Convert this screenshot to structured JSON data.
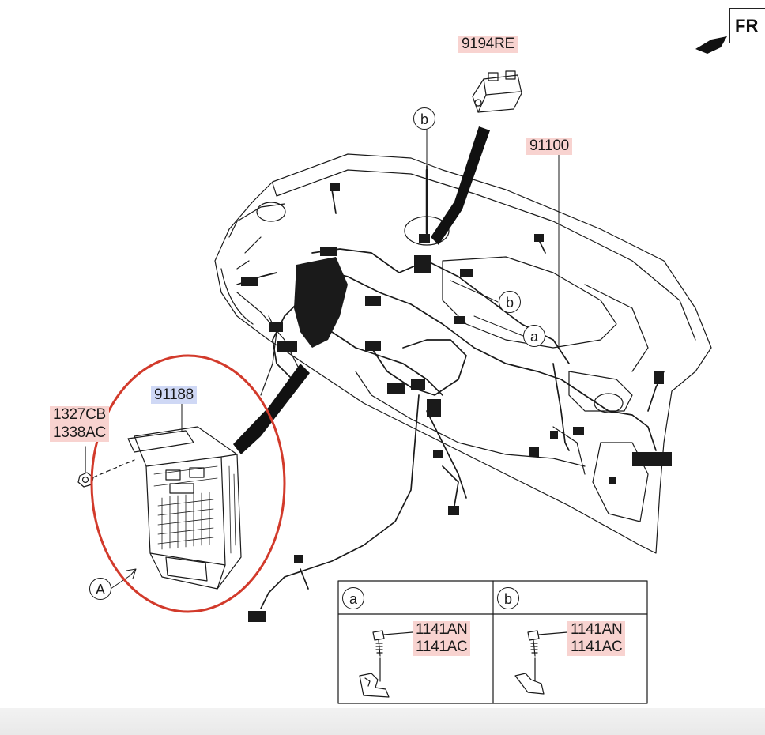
{
  "direction_label": "FR",
  "parts": {
    "relay": "9194RE",
    "main_harness": "91100",
    "junction_box": "91188",
    "fastener_1": "1327CB",
    "fastener_2": "1338AC"
  },
  "reference_markers": {
    "a": "a",
    "b": "b",
    "view_a": "A"
  },
  "detail_panel": {
    "a": {
      "tag": "a",
      "bolt_1": "1141AN",
      "bolt_2": "1141AC"
    },
    "b": {
      "tag": "b",
      "bolt_1": "1141AN",
      "bolt_2": "1141AC"
    }
  },
  "colors": {
    "highlight_pink": "#f8d3d0",
    "highlight_blue": "#cfd8f5",
    "focus_ring": "#d23a2b",
    "line": "#1a1a1a"
  }
}
